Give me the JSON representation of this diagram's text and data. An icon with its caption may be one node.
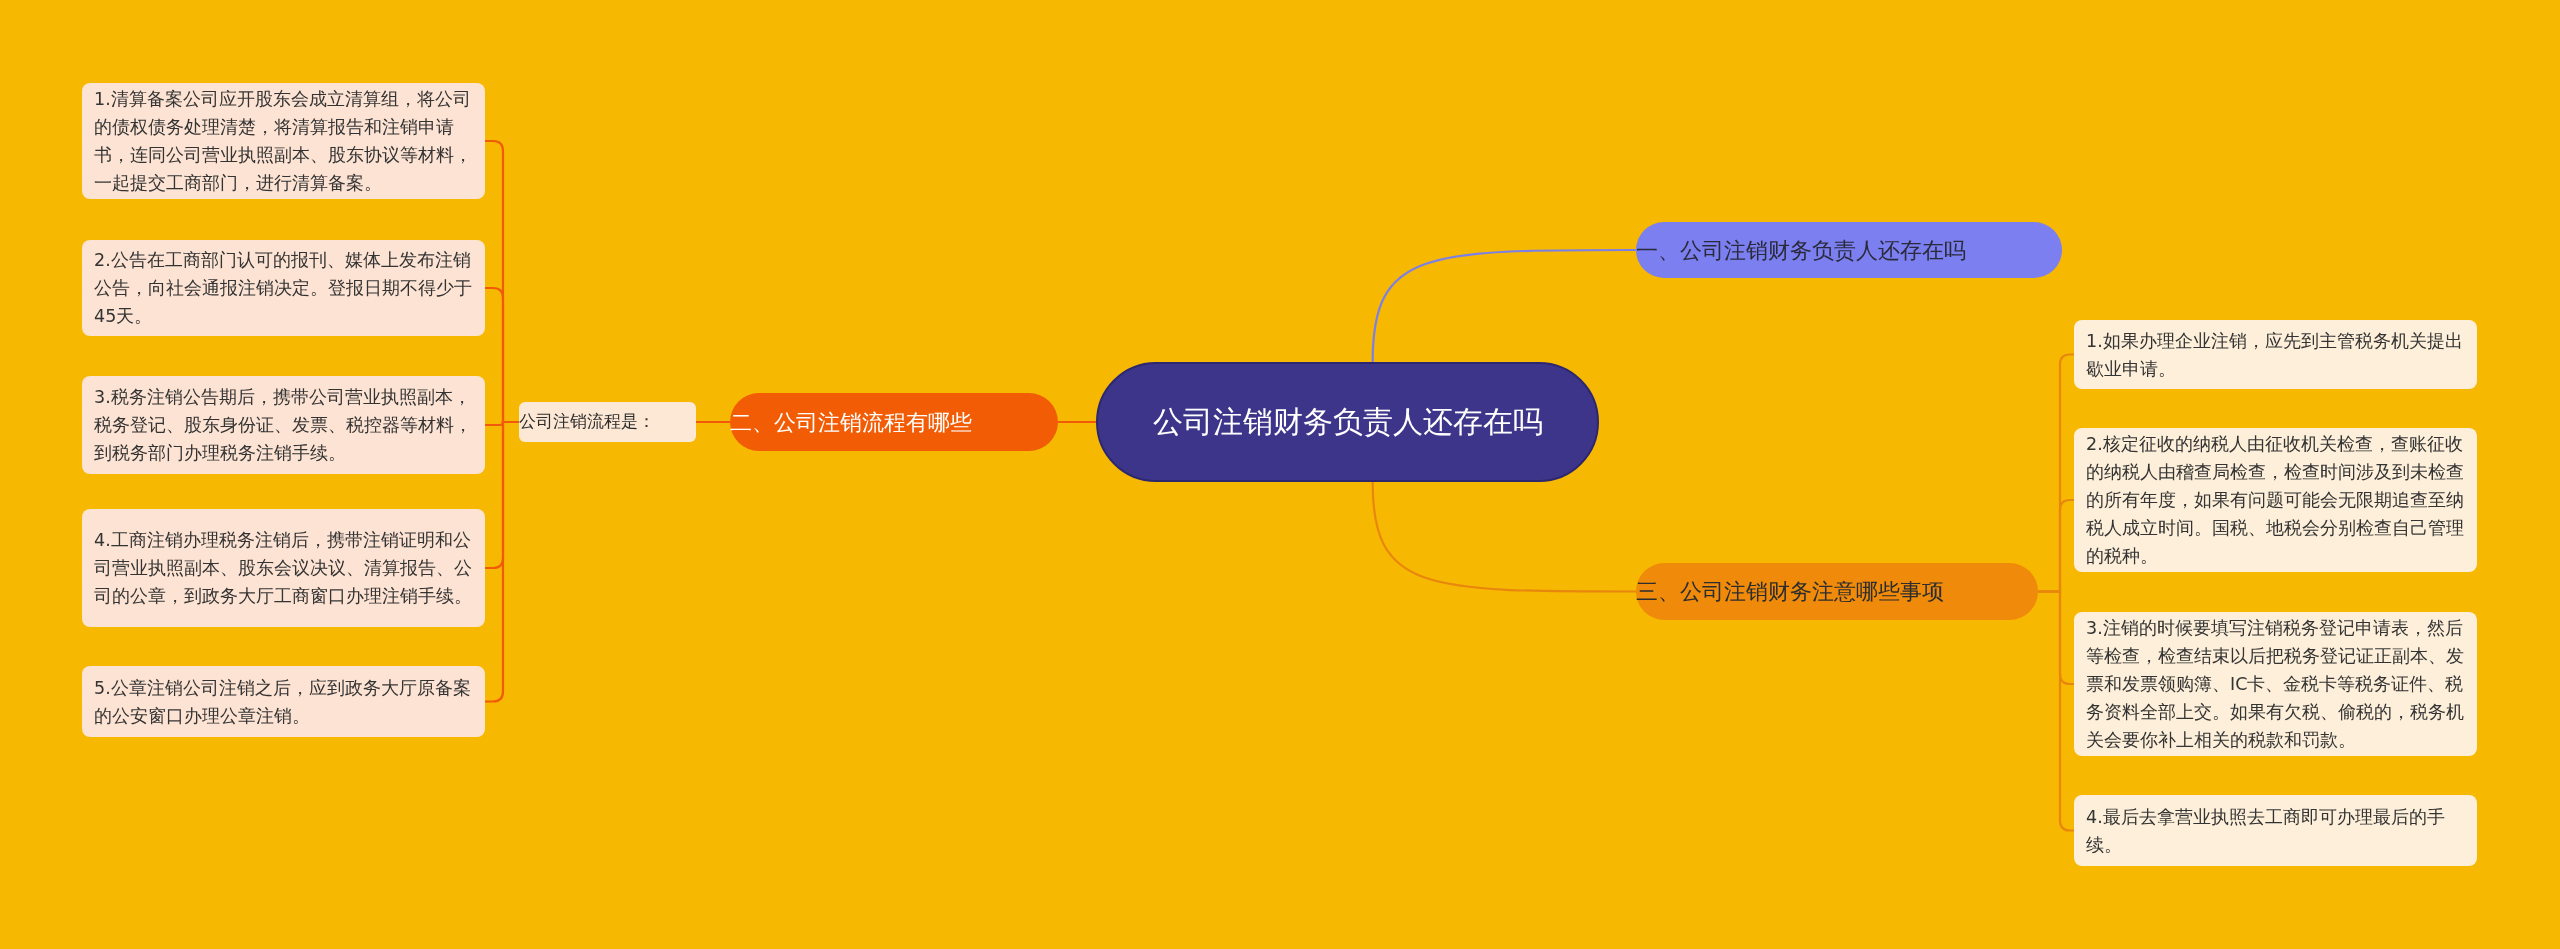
{
  "diagram": {
    "nodes": [
      {
        "text": [
          "公司注销财务负责人还存在吗"
        ]
      },
      {
        "text": [
          "一、公司注销财务负责人还存在吗"
        ]
      },
      {
        "text": [
          "二、公司注销流程有哪些"
        ]
      },
      {
        "text": [
          "公司注销流程是："
        ]
      },
      {
        "text": [
          "1.清算备案公司应开股东会成立清算组，将公司的债权债务处理清楚，将清算报告和注销申请书，连同公司营业执照副本、股东协议等材料，一起提交工商部门，进行清算备案。"
        ]
      },
      {
        "text": [
          "2.公告在工商部门认可的报刊、媒体上发布注销公告，向社会通报注销决定。登报日期不得少于45天。"
        ]
      },
      {
        "text": [
          "3.税务注销公告期后，携带公司营业执照副本，税务登记、股东身份证、发票、税控器等材料，到税务部门办理税务注销手续。"
        ]
      },
      {
        "text": [
          "4.工商注销办理税务注销后，携带注销证明和公司营业执照副本、股东会议决议、清算报告、公司的公章，到政务大厅工商窗口办理注销手续。"
        ]
      },
      {
        "text": [
          "5.公章注销公司注销之后，应到政务大厅原备案的公安窗口办理公章注销。"
        ]
      },
      {
        "text": [
          "三、公司注销财务注意哪些事项"
        ]
      },
      {
        "text": [
          "1.如果办理企业注销，应先到主管税务机关提出歇业申请。"
        ]
      },
      {
        "text": [
          "2.核定征收的纳税人由征收机关检查，查账征收的纳税人由稽查局检查，检查时间涉及到未检查的所有年度，如果有问题可能会无限期追查至纳税人成立时间。国税、地税会分别检查自己管理的税种。"
        ]
      },
      {
        "text": [
          "3.注销的时候要填写注销税务登记申请表，然后等检查，检查结束以后把税务登记证正副本、发票和发票领购簿、IC卡、金税卡等税务证件、税务资料全部上交。如果有欠税、偷税的，税务机关会要你补上相关的税款和罚款。"
        ]
      },
      {
        "text": [
          "4.最后去拿营业执照去工商即可办理最后的手续。"
        ]
      }
    ],
    "edges": [
      {
        "from": 0,
        "to": 1,
        "arrow": "none",
        "color": "#7b7fe8"
      },
      {
        "from": 0,
        "to": 2,
        "arrow": "none"
      },
      {
        "from": 2,
        "to": 3,
        "arrow": "none"
      },
      {
        "from": 3,
        "to": 4,
        "arrow": "none"
      },
      {
        "from": 3,
        "to": 5,
        "arrow": "none"
      },
      {
        "from": 3,
        "to": 6,
        "arrow": "none"
      },
      {
        "from": 3,
        "to": 7,
        "arrow": "none"
      },
      {
        "from": 3,
        "to": 8,
        "arrow": "none"
      },
      {
        "from": 0,
        "to": 9,
        "arrow": "none",
        "color": "#e8870e"
      },
      {
        "from": 9,
        "to": 10,
        "arrow": "none",
        "color": "#e8870e"
      },
      {
        "from": 9,
        "to": 11,
        "arrow": "none",
        "color": "#e8870e"
      },
      {
        "from": 9,
        "to": 12,
        "arrow": "none",
        "color": "#e8870e"
      },
      {
        "from": 9,
        "to": 13,
        "arrow": "none",
        "color": "#e8870e"
      }
    ]
  }
}
